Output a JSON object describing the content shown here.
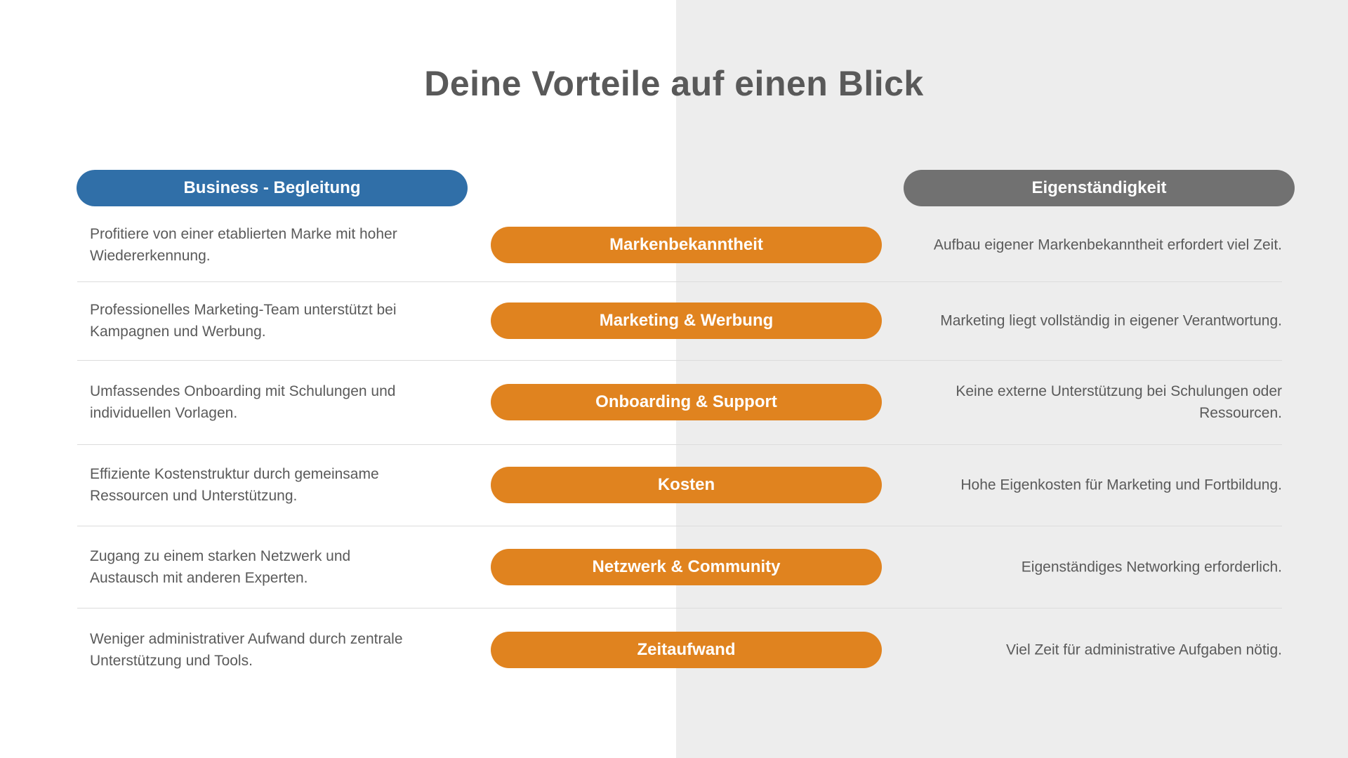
{
  "title": "Deine Vorteile auf einen Blick",
  "headers": {
    "left": "Business - Begleitung",
    "right": "Eigenständigkeit"
  },
  "rows": [
    {
      "category": "Markenbekanntheit",
      "left": "Profitiere von einer etablierten Marke mit hoher Wiedererkennung.",
      "right": "Aufbau eigener Markenbekanntheit erfordert viel Zeit."
    },
    {
      "category": "Marketing & Werbung",
      "left": "Professionelles Marketing-Team unterstützt bei Kampagnen und Werbung.",
      "right": "Marketing liegt vollständig in eigener Verantwortung."
    },
    {
      "category": "Onboarding & Support",
      "left": "Umfassendes Onboarding mit Schulungen und individuellen Vorlagen.",
      "right": "Keine externe Unterstützung bei Schulungen oder Ressourcen."
    },
    {
      "category": "Kosten",
      "left": "Effiziente Kostenstruktur durch gemeinsame Ressourcen und Unterstützung.",
      "right": "Hohe Eigenkosten für Marketing und Fortbildung."
    },
    {
      "category": "Netzwerk & Community",
      "left": "Zugang zu einem starken Netzwerk und Austausch mit anderen Experten.",
      "right": "Eigenständiges Networking erforderlich."
    },
    {
      "category": "Zeitaufwand",
      "left": "Weniger administrativer Aufwand durch zentrale Unterstützung und Tools.",
      "right": "Viel Zeit für administrative Aufgaben nötig."
    }
  ],
  "colors": {
    "left_header_bg": "#306FA8",
    "right_header_bg": "#717171",
    "pill_bg": "#E0831F",
    "pill_text": "#FFFFFF",
    "title_text": "#595959",
    "body_text": "#5A5A5A",
    "right_panel_bg": "#EDEDED",
    "divider": "#DCDCDC"
  }
}
